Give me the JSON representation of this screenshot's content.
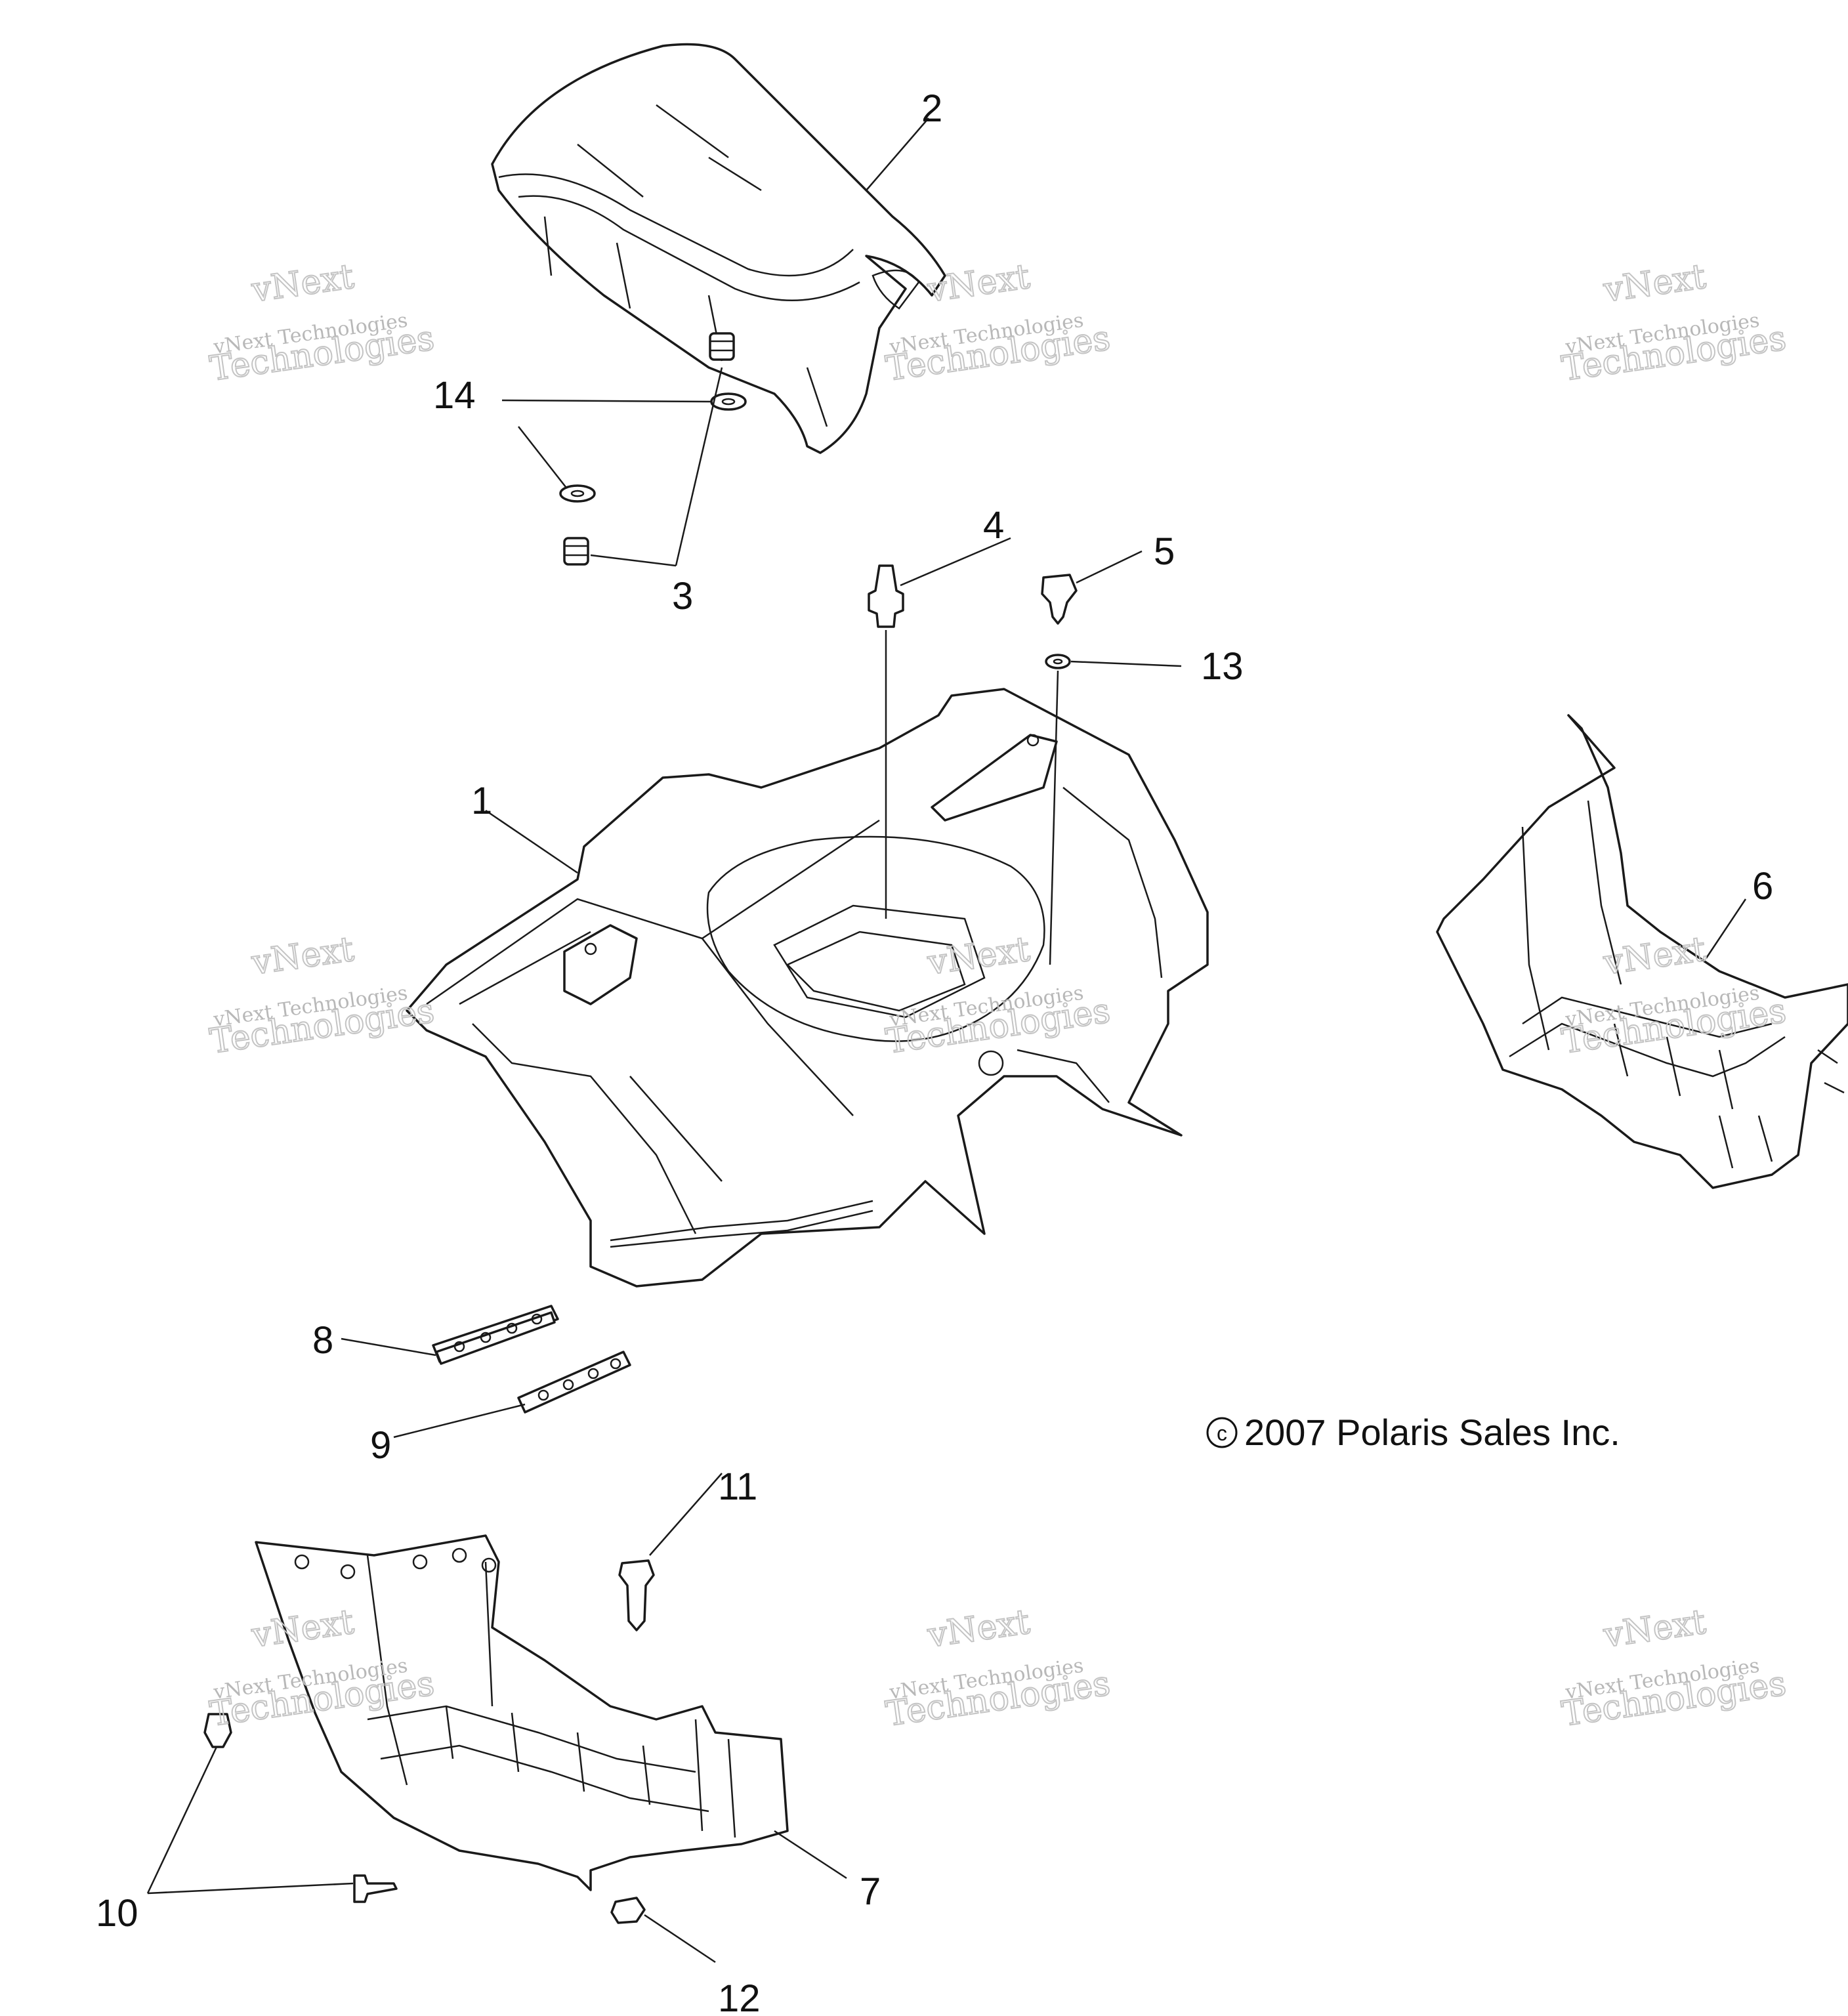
{
  "diagram": {
    "callouts": [
      "1",
      "2",
      "3",
      "4",
      "5",
      "6",
      "7",
      "8",
      "9",
      "10",
      "11",
      "12",
      "13",
      "14"
    ],
    "copyright": "2007 Polaris Sales Inc.",
    "copyright_symbol": "c",
    "watermark": {
      "line1": "vNext",
      "line2": "vNext Technologies",
      "line3": "Technologies"
    }
  }
}
